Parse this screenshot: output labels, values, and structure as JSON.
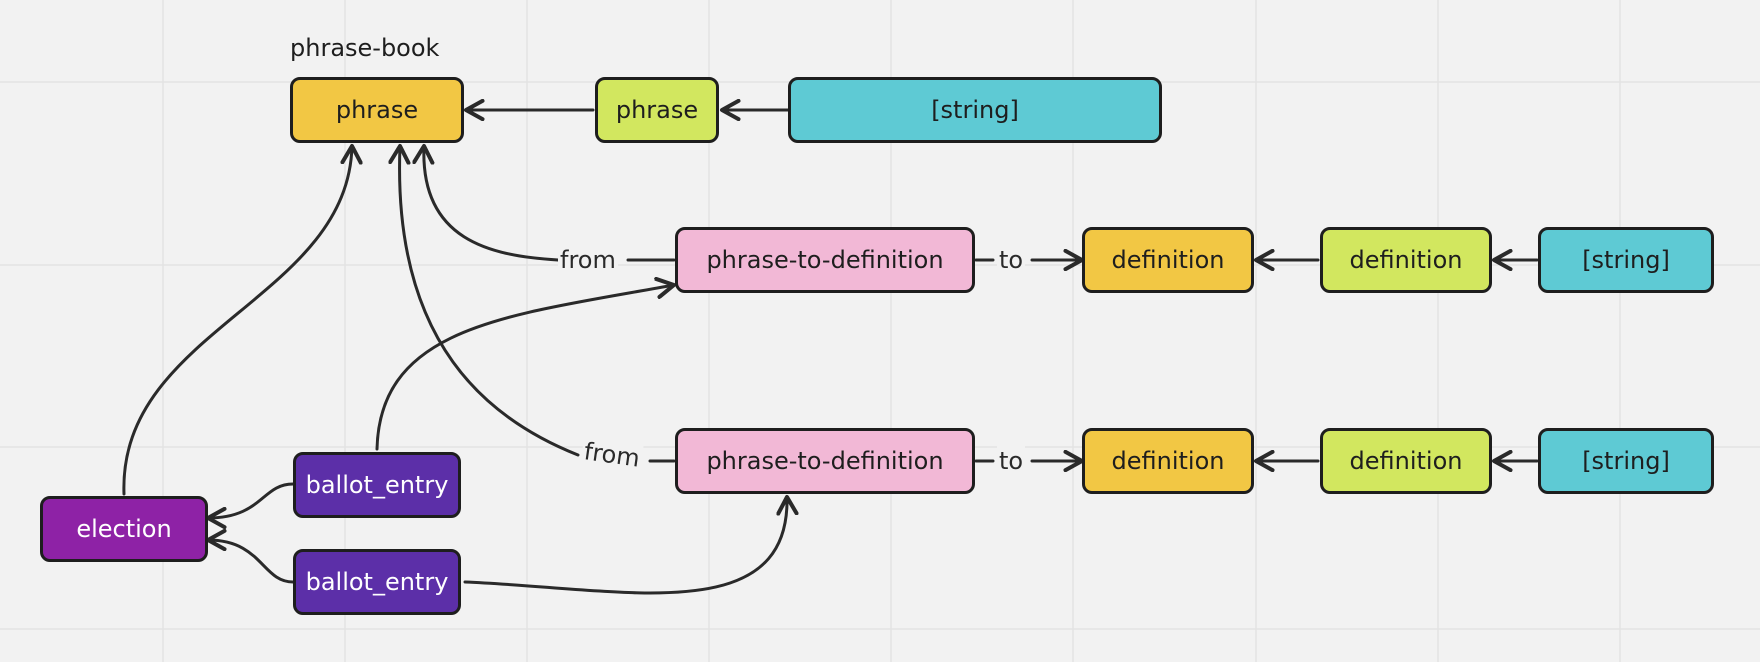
{
  "frame": {
    "title": "phrase-book"
  },
  "colors": {
    "background": "#f2f2f2",
    "grid": "#e3e3e3",
    "stroke": "#1e1e1e",
    "orange": "#f2c744",
    "lime": "#d2e75f",
    "cyan": "#5ecad4",
    "pink": "#f2b8d6",
    "purple": "#8e22a6",
    "violet": "#5c2fa8"
  },
  "nodes": {
    "phrase_main": "phrase",
    "phrase_type": "phrase",
    "string_top": "[string]",
    "p2d_1": "phrase-to-definition",
    "def_1": "definition",
    "def_type_1": "definition",
    "string_1": "[string]",
    "p2d_2": "phrase-to-definition",
    "def_2": "definition",
    "def_type_2": "definition",
    "string_2": "[string]",
    "election": "election",
    "ballot_1": "ballot_entry",
    "ballot_2": "ballot_entry"
  },
  "edge_labels": {
    "from_1": "from",
    "to_1": "to",
    "from_2": "from",
    "to_2": "to"
  }
}
